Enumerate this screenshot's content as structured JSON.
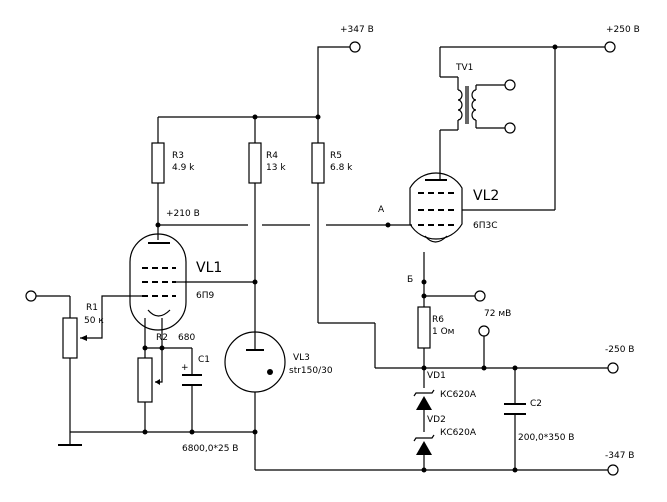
{
  "supply": {
    "plus347": "+347 В",
    "plus250": "+250 В",
    "minus250": "-250 В",
    "minus347": "-347 В"
  },
  "nodes": {
    "v210": "+210 В",
    "a": "А",
    "b": "Б",
    "mv": "72 мВ"
  },
  "components": {
    "r1_name": "R1",
    "r1_val": "50 к",
    "r2_name": "R2",
    "r2_val": "680",
    "r3_name": "R3",
    "r3_val": "4.9 k",
    "r4_name": "R4",
    "r4_val": "13 k",
    "r5_name": "R5",
    "r5_val": "6.8 k",
    "r6_name": "R6",
    "r6_val": "1 Ом",
    "c1_name": "C1",
    "c1_val": "6800,0*25 В",
    "c2_name": "C2",
    "c2_val": "200,0*350 В",
    "vd1_name": "VD1",
    "vd1_val": "КС620А",
    "vd2_name": "VD2",
    "vd2_val": "КС620А",
    "vl1_name": "VL1",
    "vl1_type": "6П9",
    "vl2_name": "VL2",
    "vl2_type": "6П3С",
    "vl3_name": "VL3",
    "vl3_type": "str150/30",
    "tv1_name": "TV1",
    "c1_plus": "+"
  }
}
